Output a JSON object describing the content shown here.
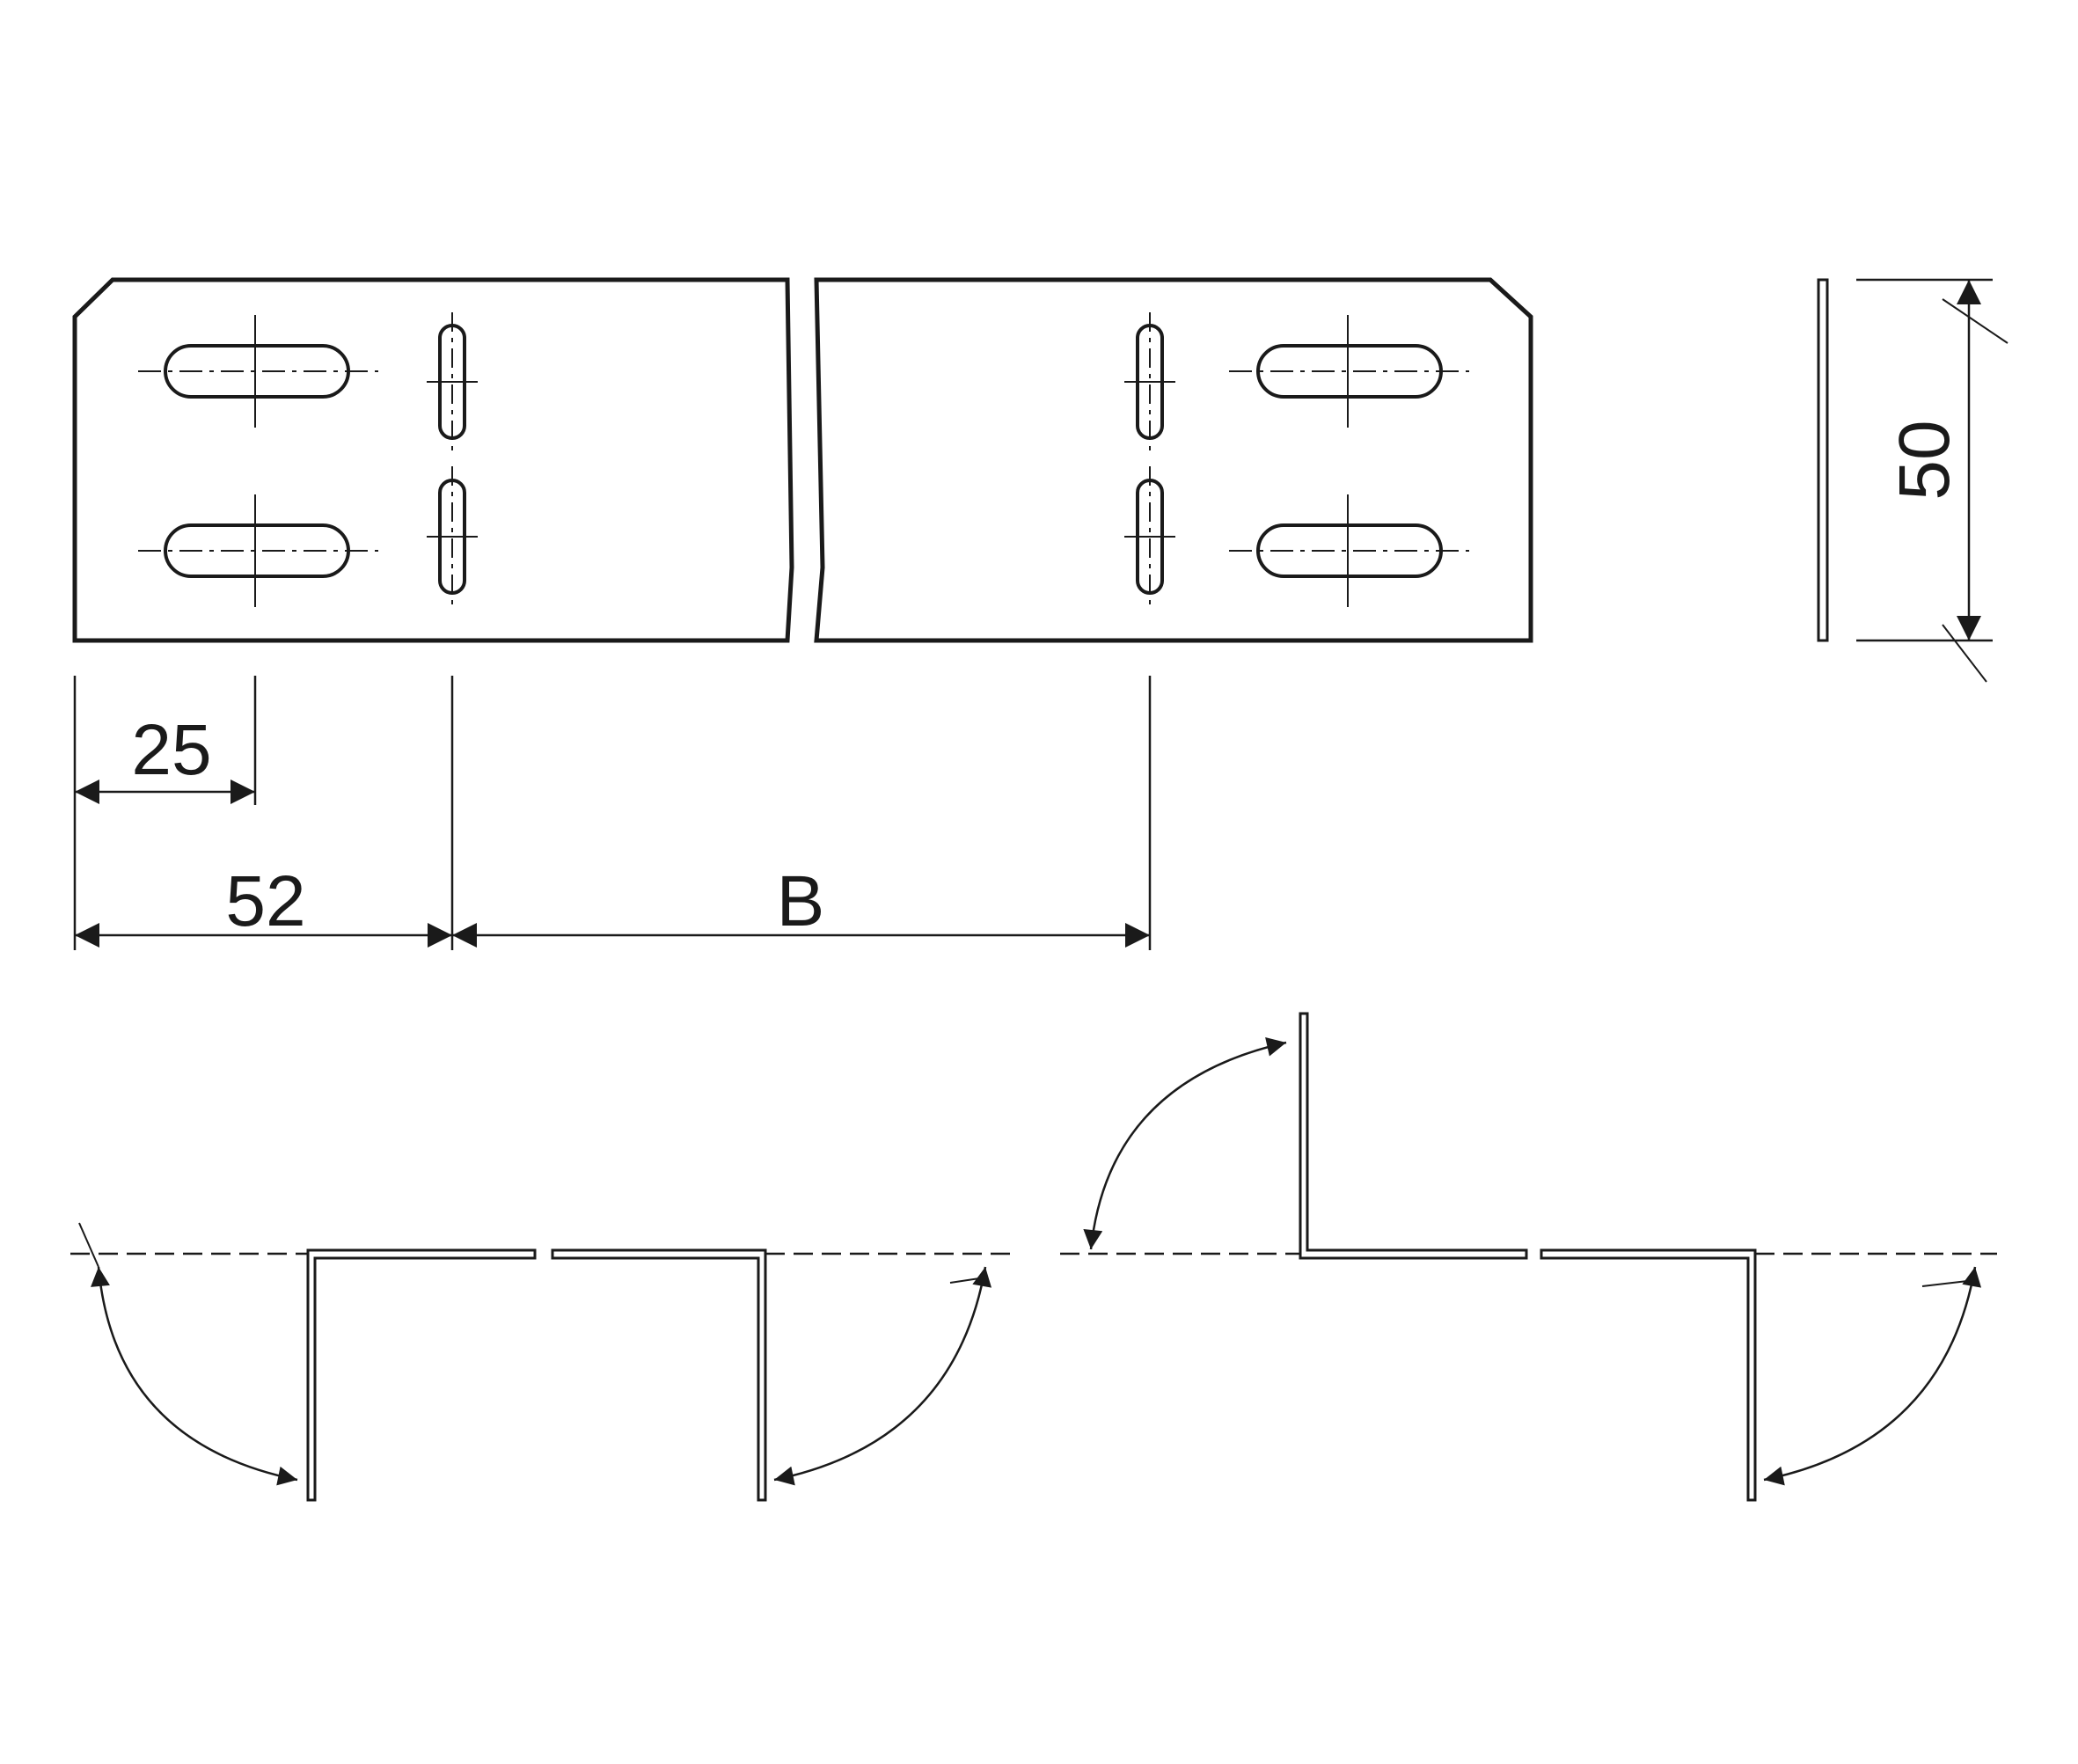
{
  "drawing": {
    "dimensions": {
      "slot_offset": "25",
      "slot_spacing": "52",
      "variable_length": "B",
      "height": "50"
    },
    "views": [
      "plate-top-view",
      "plate-side-view",
      "bend-variant-1",
      "bend-variant-2",
      "bend-variant-3",
      "bend-variant-4"
    ],
    "colors": {
      "line": "#1a1a1a",
      "background": "#ffffff"
    }
  }
}
